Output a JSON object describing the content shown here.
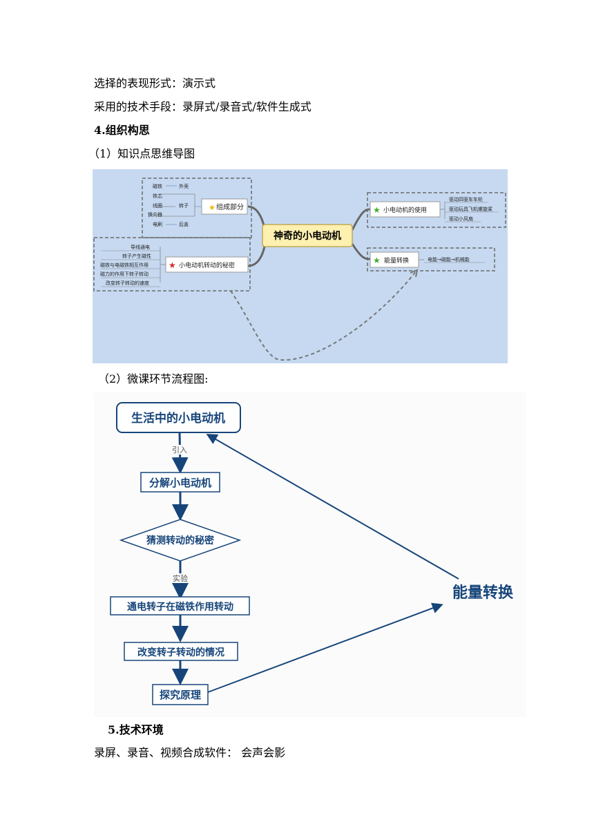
{
  "text": {
    "line1": "选择的表现形式：演示式",
    "line2": "采用的技术手段：录屏式/录音式/软件生成式",
    "heading4": "4.组织构思",
    "sub1": "（1）知识点思维导图",
    "sub2": "（2）微课环节流程图:",
    "heading5": "5.技术环境",
    "line_last": "录屏、录音、视频合成软件：  会声会影"
  },
  "mindmap": {
    "center": "神奇的小电动机",
    "composition": {
      "label": "组成部分",
      "items": [
        "磁铁",
        "外壳",
        "铁芯",
        "线圈",
        "转子",
        "换向器",
        "电刷",
        "后盖"
      ]
    },
    "secret": {
      "label": "小电动机转动的秘密",
      "items": [
        "导线通电",
        "转子产生磁性",
        "磁铁与电磁铁相互作用",
        "磁力的作用下转子转动",
        "改变转子转动的速度"
      ]
    },
    "usage": {
      "label": "小电动机的使用",
      "items": [
        "驱动四驱车车轮",
        "驱动玩具飞机螺旋桨",
        "驱动小风扇"
      ]
    },
    "energy": {
      "label": "能量转换",
      "chain": "电能→磁能→机械能"
    },
    "colors": {
      "background": "#c6d9f1",
      "center_fill": "#fdf0b0",
      "dashed": "#6a6a6a"
    }
  },
  "flowchart": {
    "steps": [
      "生活中的小电动机",
      "分解小电动机",
      "猜测转动的秘密",
      "通电转子在磁铁作用转动",
      "改变转子转动的情况",
      "探究原理"
    ],
    "edge_labels": [
      "引入",
      "实验"
    ],
    "side_label": "能量转换",
    "colors": {
      "primary": "#17457a"
    }
  }
}
